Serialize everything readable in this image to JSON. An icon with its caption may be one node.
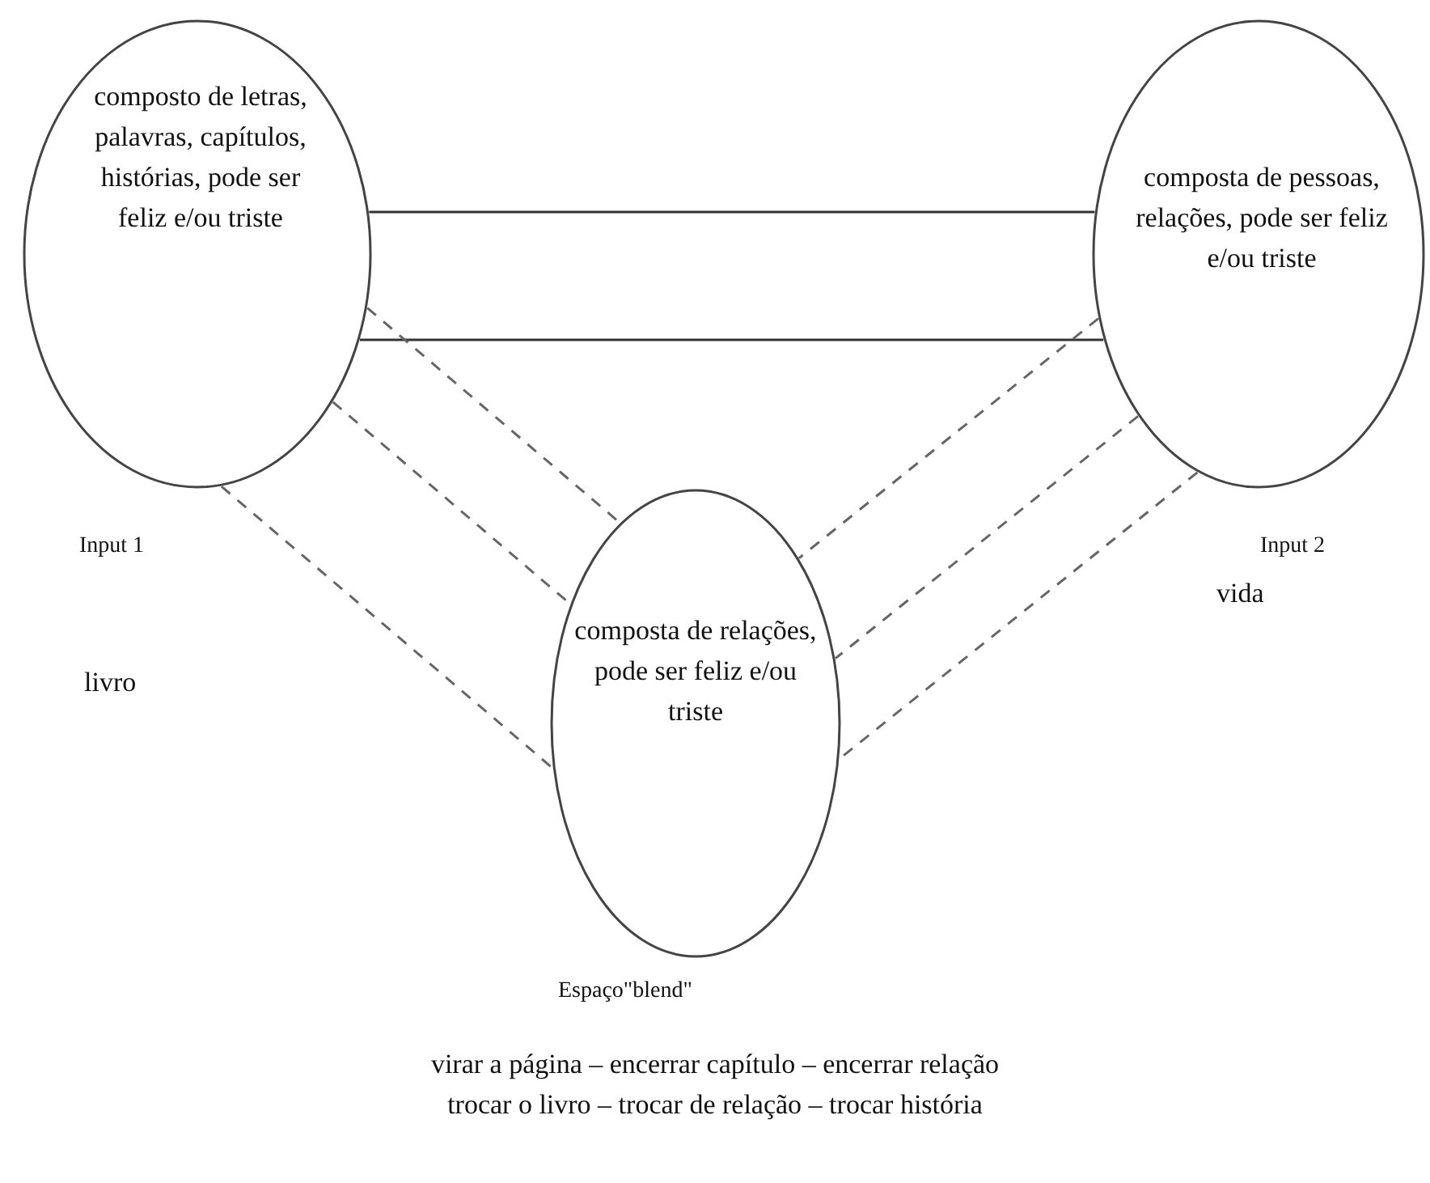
{
  "diagram": {
    "nodes": [
      {
        "text": [
          "composto de letras, palavras, capítulos, histórias, pode ser feliz e/ou triste"
        ],
        "beside": [
          "Input 1"
        ]
      },
      {
        "text": [
          "composta de pessoas, relações, pode ser feliz e/ou triste"
        ],
        "beside": [
          "Input 2"
        ]
      },
      {
        "text": [
          "composta de relações, pode ser feliz e/ou triste"
        ],
        "beside": [
          "Espaço\"blend\""
        ]
      }
    ],
    "edges": [
      {
        "from": 0,
        "to": 1,
        "arrow": "none"
      },
      {
        "from": 0,
        "to": 1,
        "arrow": "none"
      },
      {
        "from": 0,
        "to": 2,
        "arrow": "none",
        "style": "dashed"
      },
      {
        "from": 0,
        "to": 2,
        "arrow": "none",
        "style": "dashed"
      },
      {
        "from": 0,
        "to": 2,
        "arrow": "none",
        "style": "dashed"
      },
      {
        "from": 1,
        "to": 2,
        "arrow": "none",
        "style": "dashed"
      },
      {
        "from": 1,
        "to": 2,
        "arrow": "none",
        "style": "dashed"
      },
      {
        "from": 1,
        "to": 2,
        "arrow": "none",
        "style": "dashed"
      }
    ],
    "labels": [
      "vida",
      "livro",
      "virar a página – encerrar capítulo – encerrar relação",
      "trocar o livro – trocar de relação – trocar história"
    ]
  }
}
